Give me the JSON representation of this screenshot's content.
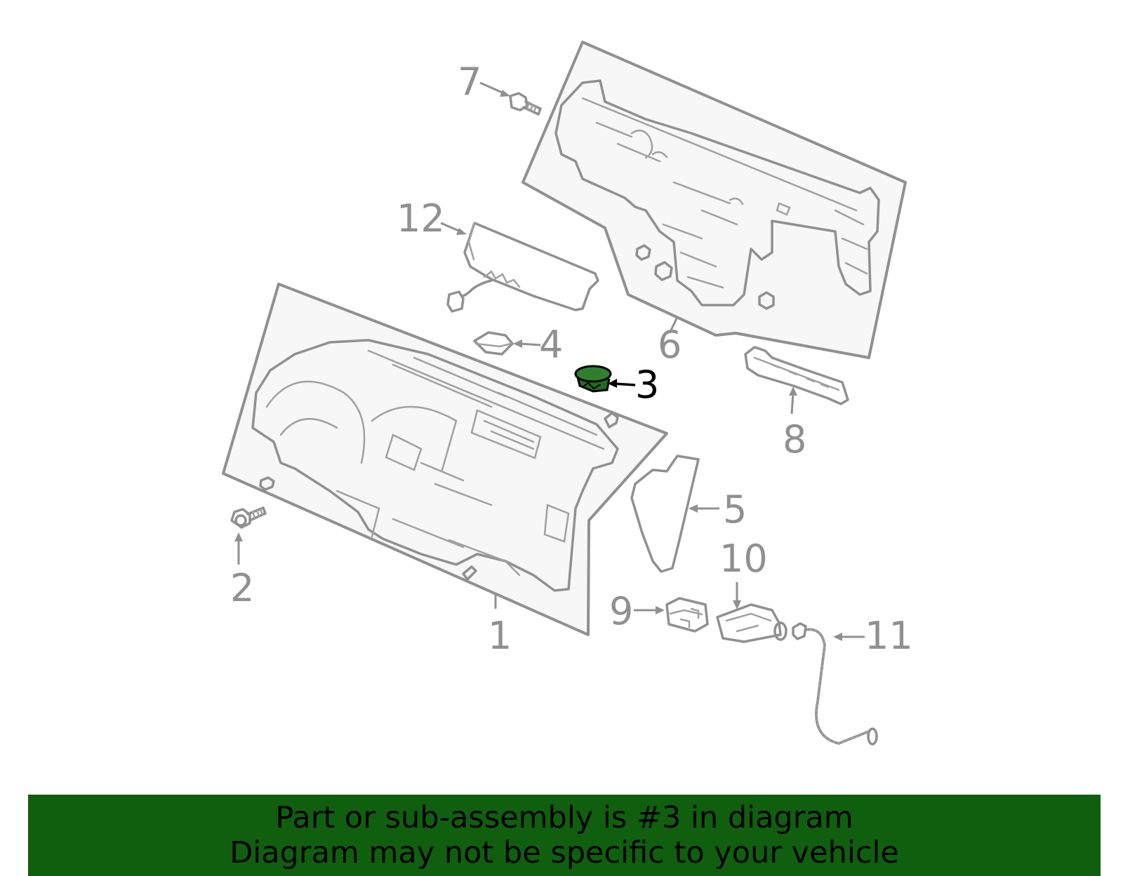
{
  "diagram": {
    "highlight_color": "#1f6f1f",
    "line_color": "#909090",
    "callouts": [
      "1",
      "2",
      "3",
      "4",
      "5",
      "6",
      "7",
      "8",
      "9",
      "10",
      "11",
      "12"
    ],
    "highlighted_part": "3"
  },
  "banner": {
    "background": "#0f5f0f",
    "line1": "Part or sub-assembly is #3 in diagram",
    "line2": "Diagram may not be specific to your vehicle"
  }
}
